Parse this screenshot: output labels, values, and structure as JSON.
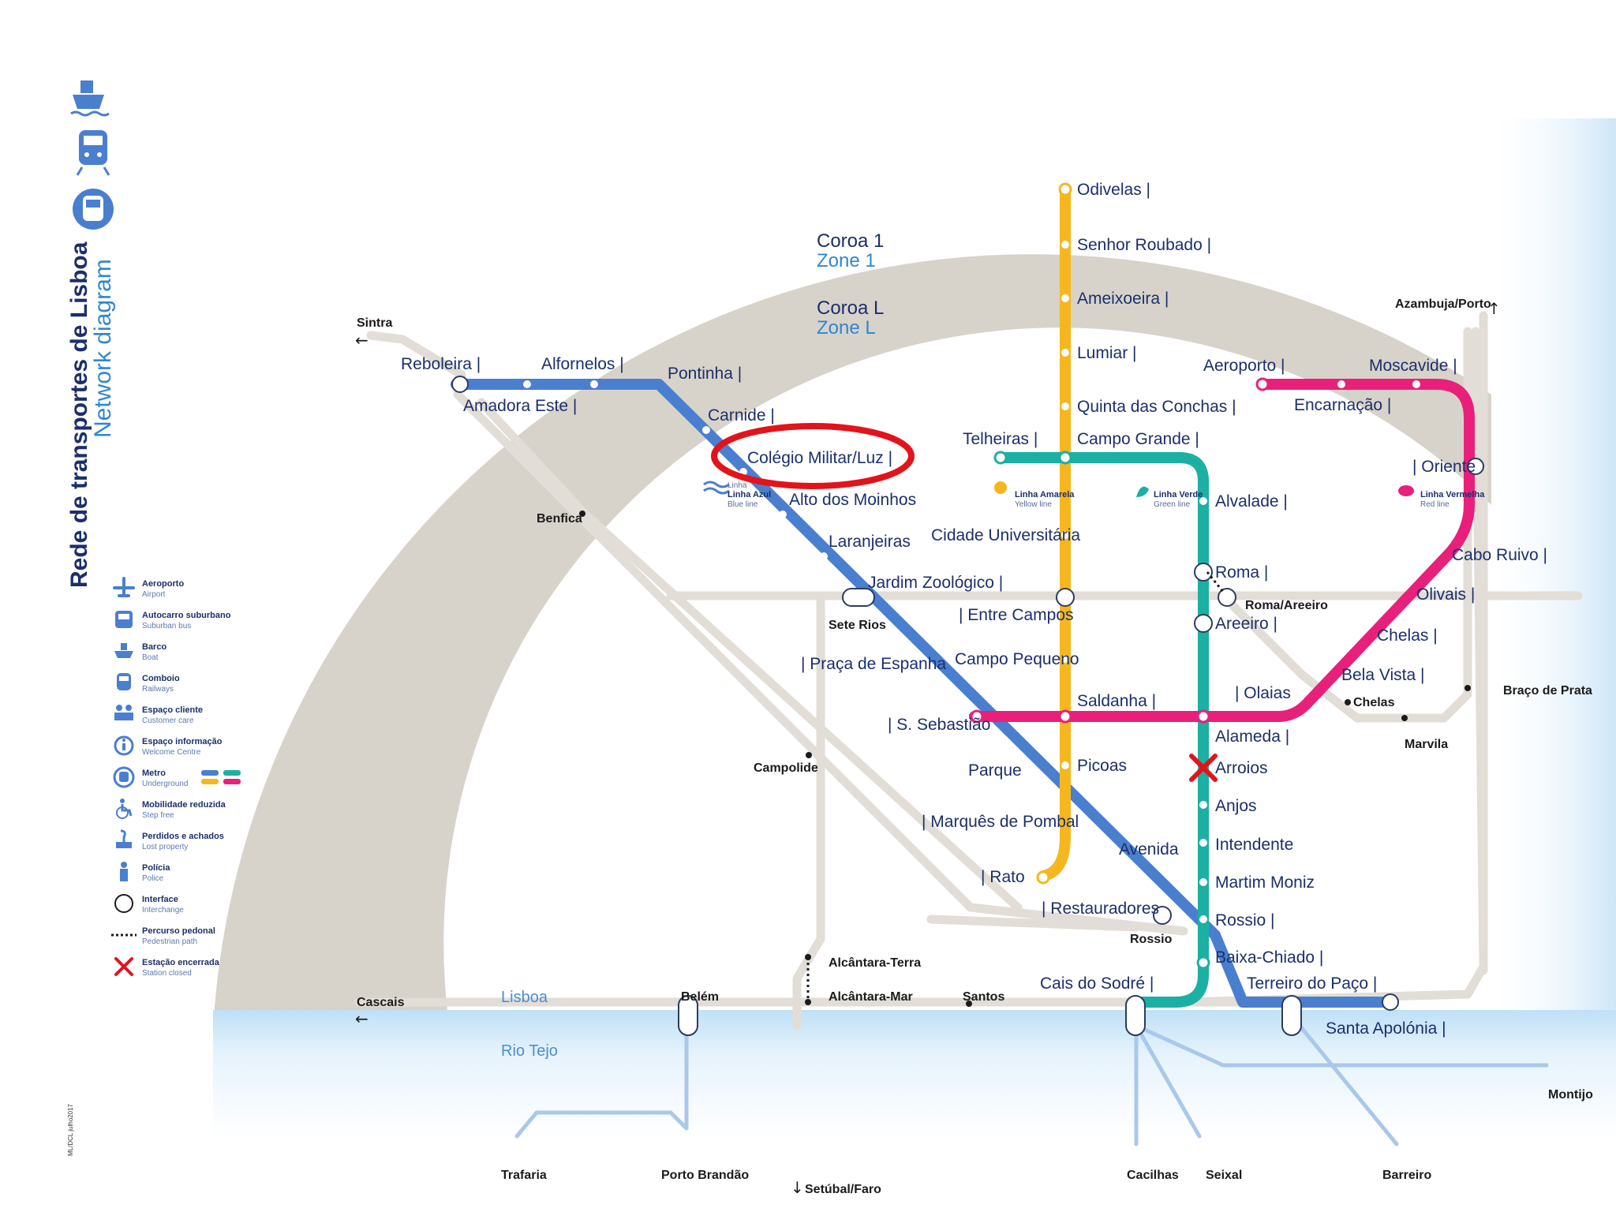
{
  "title": "Rede de transportes de Lisboa",
  "subtitle": "Network diagram",
  "colors": {
    "blue_line": "#4a7fcf",
    "yellow_line": "#f6b71e",
    "green_line": "#1bb0a3",
    "red_line": "#e8207a",
    "rail": "#e2ddd6",
    "zone_band": "#d9d4cb",
    "river": "#d6ebf8",
    "highlight": "#e3131b",
    "text": "#1b2f6b"
  },
  "zones": {
    "coroa1": "Coroa 1",
    "zone1": "Zone 1",
    "coroaL": "Coroa L",
    "zoneL": "Zone L"
  },
  "lines": {
    "blue": {
      "name": "Linha Azul",
      "sub": "Blue line"
    },
    "yellow": {
      "name": "Linha Amarela",
      "sub": "Yellow line"
    },
    "green": {
      "name": "Linha Verde",
      "sub": "Green line"
    },
    "red": {
      "name": "Linha Vermelha",
      "sub": "Red line"
    }
  },
  "stations": {
    "reboleira": "Reboleira |",
    "amadora_este": "Amadora Este |",
    "alfornelos": "Alfornelos |",
    "pontinha": "Pontinha |",
    "carnide": "Carnide |",
    "colegio_militar": "Colégio Militar/Luz |",
    "alto_dos_moinhos": "Alto dos Moinhos",
    "laranjeiras": "Laranjeiras",
    "jardim_zoologico": "Jardim Zoológico |",
    "praca_espanha": "| Praça de Espanha",
    "s_sebastiao": "| S. Sebastião",
    "parque": "Parque",
    "marques_pombal": "| Marquês de Pombal",
    "avenida": "Avenida",
    "restauradores": "| Restauradores",
    "baixa_chiado": "Baixa-Chiado |",
    "terreiro_paco": "Terreiro do Paço |",
    "santa_apolonia": "Santa Apolónia |",
    "odivelas": "Odivelas |",
    "senhor_roubado": "Senhor Roubado |",
    "ameixoeira": "Ameixoeira |",
    "lumiar": "Lumiar |",
    "quinta_conchas": "Quinta das Conchas |",
    "campo_grande": "Campo Grande |",
    "cidade_universitaria": "Cidade Universitária",
    "entre_campos": "| Entre Campos",
    "campo_pequeno": "Campo Pequeno",
    "saldanha": "Saldanha |",
    "picoas": "Picoas",
    "rato": "| Rato",
    "telheiras": "Telheiras |",
    "alvalade": "Alvalade |",
    "roma": "Roma |",
    "areeiro": "Areeiro |",
    "alameda": "Alameda |",
    "arroios": "Arroios",
    "anjos": "Anjos",
    "intendente": "Intendente",
    "martim_moniz": "Martim Moniz",
    "rossio": "Rossio |",
    "cais_sodre": "Cais do Sodré |",
    "aeroporto": "Aeroporto |",
    "encarnacao": "Encarnação |",
    "moscavide": "Moscavide |",
    "oriente": "| Oriente",
    "cabo_ruivo": "Cabo Ruivo |",
    "olivais": "Olivais |",
    "chelas_metro": "Chelas |",
    "bela_vista": "Bela Vista |",
    "olaias": "| Olaias"
  },
  "rail_stations": {
    "sintra": "Sintra",
    "benfica": "Benfica",
    "sete_rios": "Sete Rios",
    "roma_areeiro": "Roma/Areeiro",
    "campolide": "Campolide",
    "chelas": "Chelas",
    "marvila": "Marvila",
    "braco_prata": "Braço de Prata",
    "azambuja_porto": "Azambuja/Porto",
    "rossio_rail": "Rossio",
    "alcantara_terra": "Alcântara-Terra",
    "alcantara_mar": "Alcântara-Mar",
    "santos": "Santos",
    "belem": "Belém",
    "cascais": "Cascais",
    "lisboa": "Lisboa",
    "rio_tejo": "Rio Tejo",
    "trafaria": "Trafaria",
    "porto_brandao": "Porto Brandão",
    "setubal_faro": "Setúbal/Faro",
    "cacilhas": "Cacilhas",
    "seixal": "Seixal",
    "barreiro": "Barreiro",
    "montijo": "Montijo"
  },
  "legend": [
    {
      "icon": "airplane-icon",
      "l1": "Aeroporto",
      "l2": "Airport"
    },
    {
      "icon": "bus-icon",
      "l1": "Autocarro suburbano",
      "l2": "Suburban bus"
    },
    {
      "icon": "boat-icon",
      "l1": "Barco",
      "l2": "Boat"
    },
    {
      "icon": "train-icon",
      "l1": "Comboio",
      "l2": "Railways"
    },
    {
      "icon": "customer-care-icon",
      "l1": "Espaço cliente",
      "l2": "Customer care"
    },
    {
      "icon": "info-icon",
      "l1": "Espaço informação",
      "l2": "Welcome Centre"
    },
    {
      "icon": "metro-icon",
      "l1": "Metro",
      "l2": "Underground"
    },
    {
      "icon": "wheelchair-icon",
      "l1": "Mobilidade reduzida",
      "l2": "Step free"
    },
    {
      "icon": "lost-property-icon",
      "l1": "Perdidos e achados",
      "l2": "Lost property"
    },
    {
      "icon": "police-icon",
      "l1": "Polícia",
      "l2": "Police"
    },
    {
      "icon": "interchange-icon",
      "l1": "Interface",
      "l2": "Interchange"
    },
    {
      "icon": "pedestrian-path-icon",
      "l1": "Percurso pedonal",
      "l2": "Pedestrian path"
    },
    {
      "icon": "station-closed-icon",
      "l1": "Estação encerrada",
      "l2": "Station closed"
    }
  ],
  "credit": "ML/DCL julho2017"
}
